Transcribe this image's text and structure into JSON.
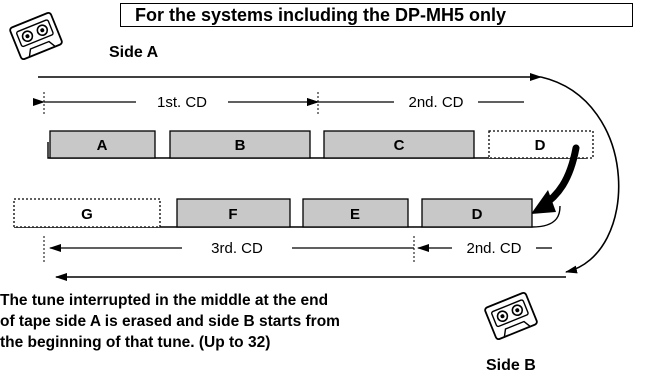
{
  "header": {
    "banner": "For the systems including the DP-MH5 only"
  },
  "side_a": {
    "label": "Side A"
  },
  "side_b": {
    "label": "Side B"
  },
  "cd_spans": {
    "side_a_first": "1st. CD",
    "side_a_second": "2nd. CD",
    "side_b_third": "3rd. CD",
    "side_b_second": "2nd. CD"
  },
  "tracks": {
    "side_a": [
      "A",
      "B",
      "C",
      "D"
    ],
    "side_b": [
      "G",
      "F",
      "E",
      "D"
    ]
  },
  "note": {
    "lines": [
      "The tune interrupted in the middle at the end",
      "of tape side A is erased and side B starts from",
      "the beginning of that tune. (Up to 32)"
    ]
  },
  "icons": {
    "cassette": "cassette-tape-icon"
  },
  "colors": {
    "track_fill": "#c8c8c8",
    "line": "#000000"
  }
}
